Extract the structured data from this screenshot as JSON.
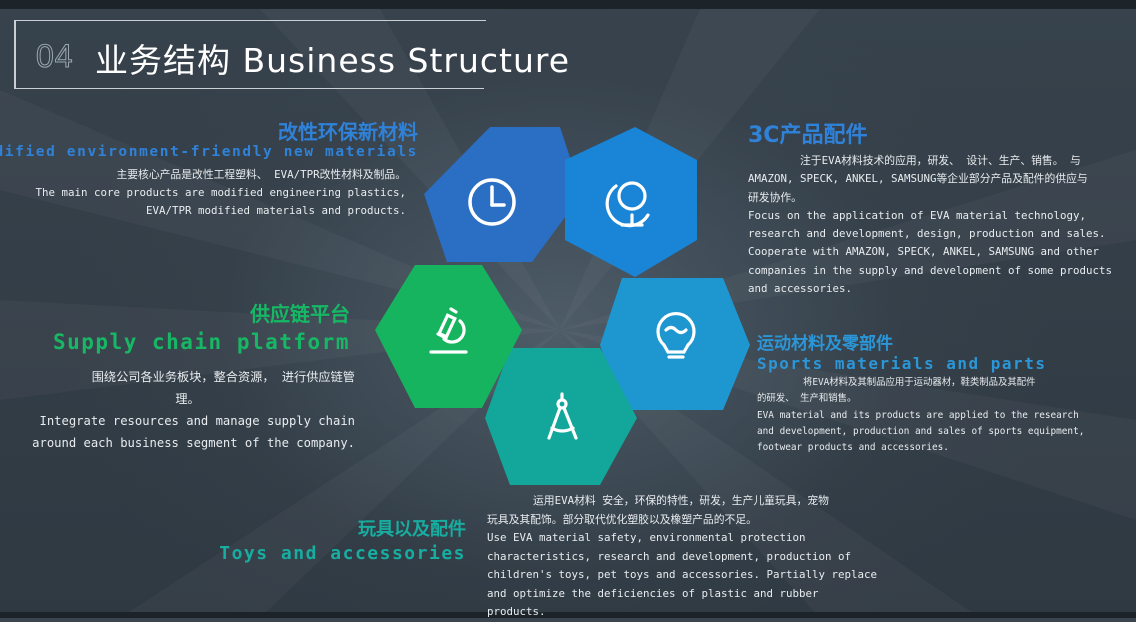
{
  "title": {
    "number": "04",
    "text": "业务结构 Business Structure"
  },
  "colors": {
    "blue_dark": "#2a6fc4",
    "blue": "#1a84d6",
    "cyan_blue": "#1e96cf",
    "green": "#16b45f",
    "teal": "#12a79a",
    "heading_blue": "#2f82d8",
    "heading_green": "#17b865",
    "heading_teal": "#17ada0"
  },
  "hexagons": [
    {
      "icon": "clock-icon",
      "color": "#2a6fc4"
    },
    {
      "icon": "globe-icon",
      "color": "#1a84d6"
    },
    {
      "icon": "lightbulb-icon",
      "color": "#1e96cf"
    },
    {
      "icon": "compass-icon",
      "color": "#12a79a"
    },
    {
      "icon": "microscope-icon",
      "color": "#16b45f"
    }
  ],
  "sections": {
    "modified_materials": {
      "title_cn": "改性环保新材料",
      "title_en": "modified environment-friendly new materials",
      "text_cn": "主要核心产品是改性工程塑料、 EVA/TPR改性材料及制品。",
      "text_en_1": "The main core products are modified engineering plastics,",
      "text_en_2": "EVA/TPR modified materials and products."
    },
    "supply_chain": {
      "title_cn": "供应链平台",
      "title_en": "Supply chain platform",
      "text_cn_1": "围绕公司各业务板块，整合资源， 进行供应链管",
      "text_cn_2": "理。",
      "text_en_1": "Integrate resources and manage supply chain",
      "text_en_2": "around each business segment of the company."
    },
    "products_3c": {
      "title_cn": "3C产品配件",
      "text_cn_1": "注于EVA材料技术的应用，研发、 设计、生产、销售。 与",
      "text_cn_2": "AMAZON, SPECK, ANKEL, SAMSUNG等企业部分产品及配件的供应与",
      "text_cn_3": "研发协作。",
      "text_en_1": "Focus on the application of EVA material technology,",
      "text_en_2": "research and development, design, production and sales.",
      "text_en_3": "Cooperate with AMAZON, SPECK, ANKEL, SAMSUNG and other",
      "text_en_4": "companies in the supply and development of some products",
      "text_en_5": "and accessories."
    },
    "sports": {
      "title_cn": "运动材料及零部件",
      "title_en": "Sports materials and parts",
      "text_cn_1": "将EVA材料及其制品应用于运动器材，鞋类制品及其配件",
      "text_cn_2": "的研发、 生产和销售。",
      "text_en_1": "EVA material and its products are applied to the research",
      "text_en_2": "and development, production and sales of sports equipment,",
      "text_en_3": "footwear products and accessories."
    },
    "toys": {
      "title_cn": "玩具以及配件",
      "title_en": "Toys and accessories",
      "text_cn_1": "运用EVA材料 安全，环保的特性，研发，生产儿童玩具，宠物",
      "text_cn_2": "玩具及其配饰。部分取代优化塑胶以及橡塑产品的不足。",
      "text_en_1": "Use EVA material safety, environmental protection",
      "text_en_2": "characteristics, research and development, production of",
      "text_en_3": "children's toys, pet toys and accessories. Partially replace",
      "text_en_4": "and optimize the deficiencies of plastic and rubber products."
    }
  }
}
